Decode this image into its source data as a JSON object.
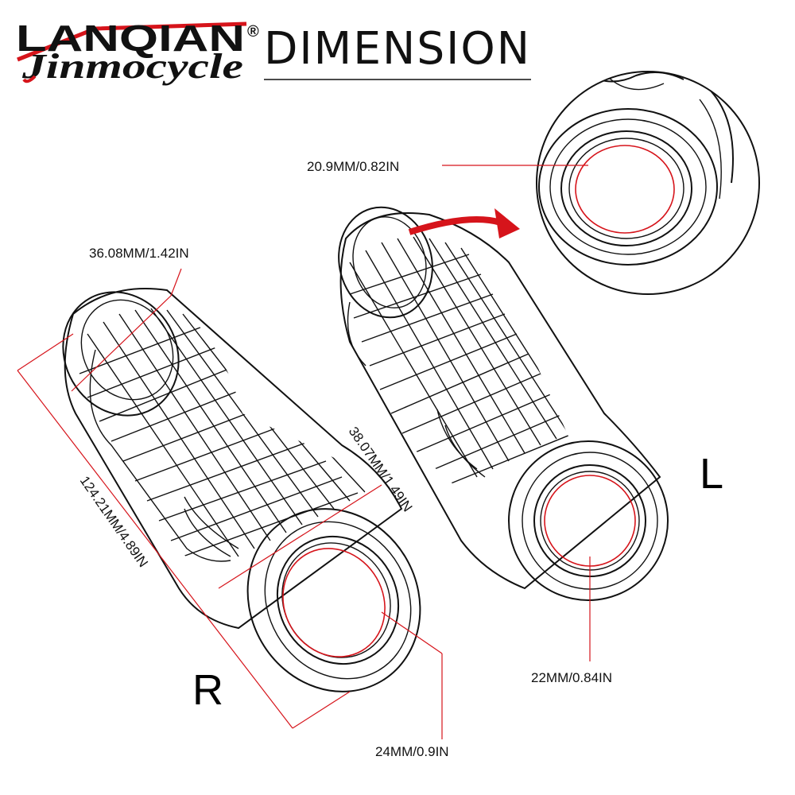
{
  "brand": {
    "logo_main": "LANQIAN",
    "logo_script": "Jinmocycle",
    "registered_mark": "®",
    "accent_color": "#d6141b"
  },
  "heading": "DIMENSION",
  "dimensions": {
    "inner_top": "20.9MM/0.82IN",
    "end_diameter": "36.08MM/1.42IN",
    "body_diameter": "38.07MM/1.49IN",
    "length": "124.21MM/4.89IN",
    "inner_left": "22MM/0.84IN",
    "inner_right": "24MM/0.9IN"
  },
  "labels": {
    "left": "L",
    "right": "R"
  }
}
